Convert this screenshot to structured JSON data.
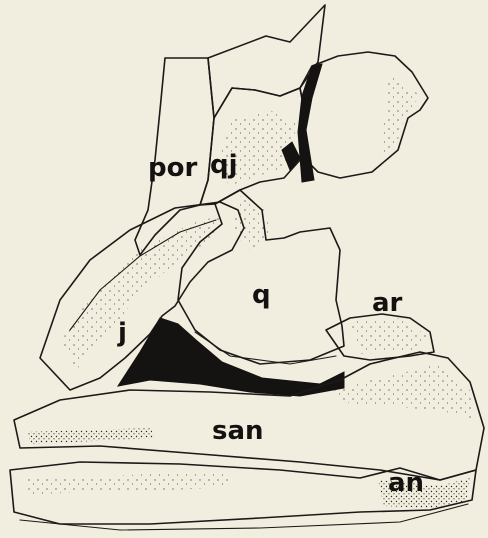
{
  "labels": {
    "por": "por",
    "qj": "qj",
    "j": "j",
    "q": "q",
    "ar": "ar",
    "san": "san",
    "an": "an"
  },
  "colors": {
    "background": "#f2eedf",
    "ink": "#1c1a18",
    "fill_dark": "#151312"
  }
}
